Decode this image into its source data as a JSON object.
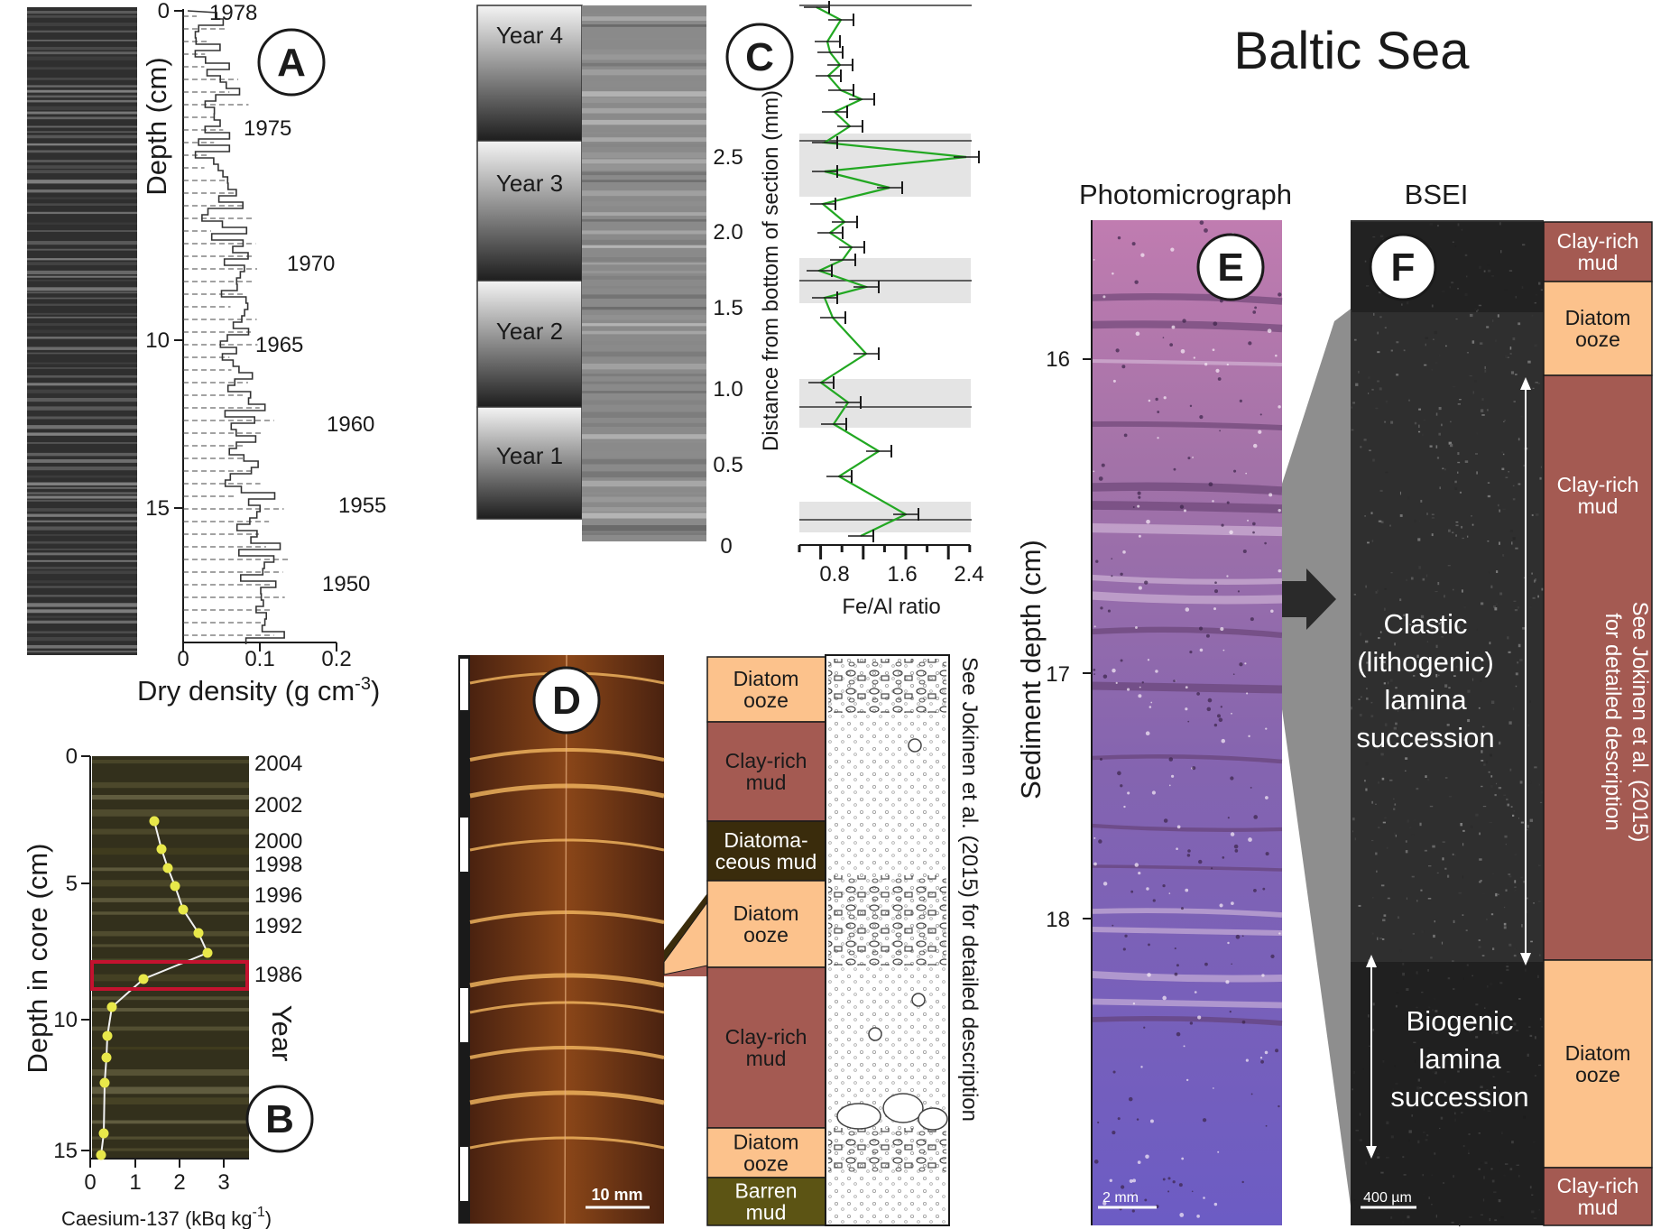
{
  "title": "Baltic Sea",
  "panel_labels": {
    "a": "A",
    "b": "B",
    "c": "C",
    "d": "D",
    "e": "E",
    "f": "F"
  },
  "panel_a": {
    "xlabel": "Dry density (g cm",
    "xlabel_sup": "-3",
    "xlabel_end": ")",
    "ylabel": "Depth (cm)",
    "xticks": [
      "0",
      "0.1",
      "0.2"
    ],
    "yticks": [
      "0",
      "10",
      "15"
    ],
    "years": [
      "1978",
      "1975",
      "1970",
      "1965",
      "1960",
      "1955",
      "1950"
    ]
  },
  "panel_b": {
    "ylabel": "Depth in core (cm)",
    "xlabel": "Caesium-137 (kBq kg",
    "xlabel_sup": "-1",
    "xlabel_end": ")",
    "year_axis_label": "Year",
    "xticks": [
      "0",
      "1",
      "2",
      "3"
    ],
    "yticks": [
      "0",
      "5",
      "10",
      "15"
    ],
    "years": [
      "2004",
      "2002",
      "2000",
      "1998",
      "1996",
      "1992",
      "1986"
    ],
    "colors": {
      "points": "#e8e84a",
      "highlight": "#c4122f"
    }
  },
  "panel_c": {
    "years": [
      "Year 4",
      "Year 3",
      "Year 2",
      "Year 1"
    ],
    "ylabel": "Distance from bottom of section (mm)",
    "yticks": [
      "0",
      "0.5",
      "1.0",
      "1.5",
      "2.0",
      "2.5"
    ],
    "xlabel": "Fe/Al ratio",
    "xticks": [
      "0.8",
      "1.6",
      "2.4"
    ],
    "colors": {
      "line": "#22a822"
    }
  },
  "panel_d": {
    "scale_bar": "10 mm",
    "units": [
      {
        "line1": "Diatom",
        "line2": "ooze",
        "kind": "diatom"
      },
      {
        "line1": "Clay-rich",
        "line2": "mud",
        "kind": "clay"
      },
      {
        "line1": "Diatoma-",
        "line2": "ceous mud",
        "kind": "diatomaceous"
      },
      {
        "line1": "Diatom",
        "line2": "ooze",
        "kind": "diatom"
      },
      {
        "line1": "Clay-rich",
        "line2": "mud",
        "kind": "clay"
      },
      {
        "line1": "Diatom",
        "line2": "ooze",
        "kind": "diatom"
      },
      {
        "line1": "Barren",
        "line2": "mud",
        "kind": "barren"
      }
    ],
    "note": "See Jokinen et al. (2015) for detailed description"
  },
  "panel_e": {
    "heading": "Photomicrograph",
    "ylabel": "Sediment depth  (cm)",
    "yticks": [
      "16",
      "17",
      "18"
    ],
    "scale_bar": "2 mm"
  },
  "panel_f": {
    "heading": "BSEI",
    "scale_bar": "400 µm",
    "clastic": [
      "Clastic",
      "(lithogenic)",
      "lamina",
      "succession"
    ],
    "biogenic": [
      "Biogenic",
      "lamina",
      "succession"
    ],
    "units": [
      {
        "line1": "Clay-rich",
        "line2": "mud",
        "kind": "clay"
      },
      {
        "line1": "Diatom",
        "line2": "ooze",
        "kind": "diatom"
      },
      {
        "line1": "Clay-rich",
        "line2": "mud",
        "kind": "clay"
      },
      {
        "line1": "Diatom",
        "line2": "ooze",
        "kind": "diatom"
      },
      {
        "line1": "Clay-rich",
        "line2": "mud",
        "kind": "clay"
      }
    ],
    "note_line1": "See Jokinen et al. (2015)",
    "note_line2": "for detailed description"
  },
  "colors": {
    "clay": "#a45a52",
    "diatom": "#fcc28c",
    "diatomaceous": "#3a2c0c",
    "barren": "#5c5414"
  }
}
